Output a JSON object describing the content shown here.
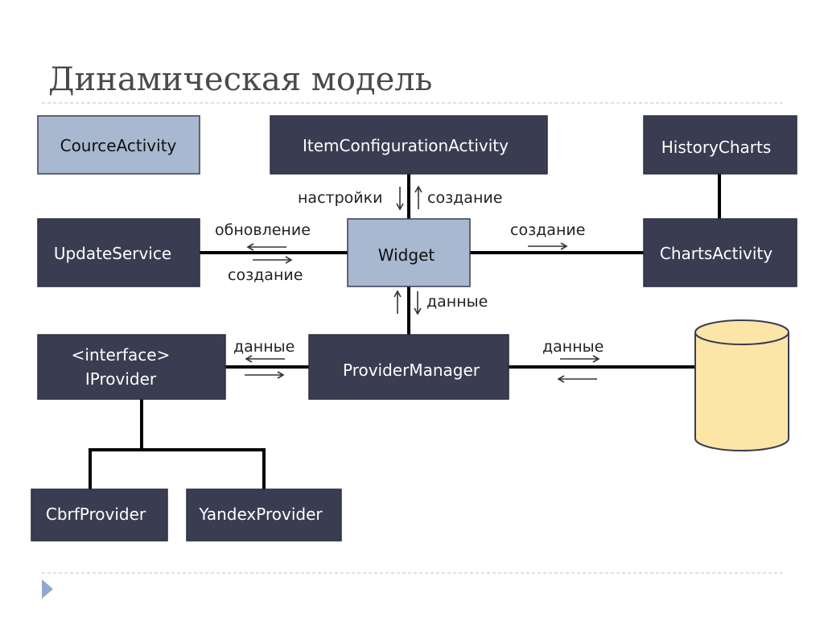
{
  "title": "Динамическая модель",
  "colors": {
    "box_dark": "#3a3d52",
    "box_light": "#a7b8d0",
    "database": "#fbe6a8",
    "accent": "#8eaacb"
  },
  "nodes": {
    "cource_activity": "CourceActivity",
    "item_configuration_activity": "ItemConfigurationActivity",
    "history_charts": "HistoryCharts",
    "update_service": "UpdateService",
    "widget": "Widget",
    "charts_activity": "ChartsActivity",
    "iprovider_line1": "<interface>",
    "iprovider_line2": "IProvider",
    "provider_manager": "ProviderManager",
    "cbrf_provider": "CbrfProvider",
    "yandex_provider": "YandexProvider"
  },
  "edge_labels": {
    "settings": "настройки",
    "create_item_config": "создание",
    "update": "обновление",
    "create_update_service": "создание",
    "create_charts": "создание",
    "data_widget": "данные",
    "data_iprovider": "данные",
    "data_database": "данные"
  },
  "icons": {
    "nav": "play-triangle-icon",
    "database": "database-cylinder-icon"
  }
}
